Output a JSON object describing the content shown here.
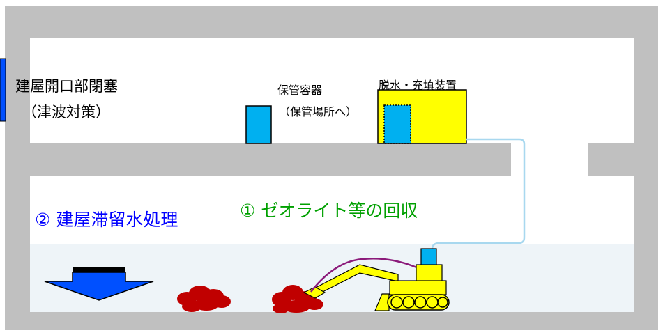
{
  "labels": {
    "closure_line1": "建屋開口部閉塞",
    "closure_line2": "（津波対策）",
    "container_line1": "保管容器",
    "container_line2": "（保管場所へ）",
    "dewatering": "脱水・充填装置",
    "step1": "① ゼオライト等の回収",
    "step2": "② 建屋滞留水処理"
  },
  "colors": {
    "wall": "#c0c0c0",
    "background": "#ffffff",
    "water": "#eef4f8",
    "container": "#00b0f0",
    "device": "#ffff00",
    "sludge": "#c00000",
    "hose": "#a8d8ef",
    "step1_text": "#00a000",
    "step2_text": "#0000ff",
    "arrow": "#0050ff"
  },
  "icons": {
    "excavator": "excavator-icon",
    "arrow": "down-arrow-icon"
  }
}
